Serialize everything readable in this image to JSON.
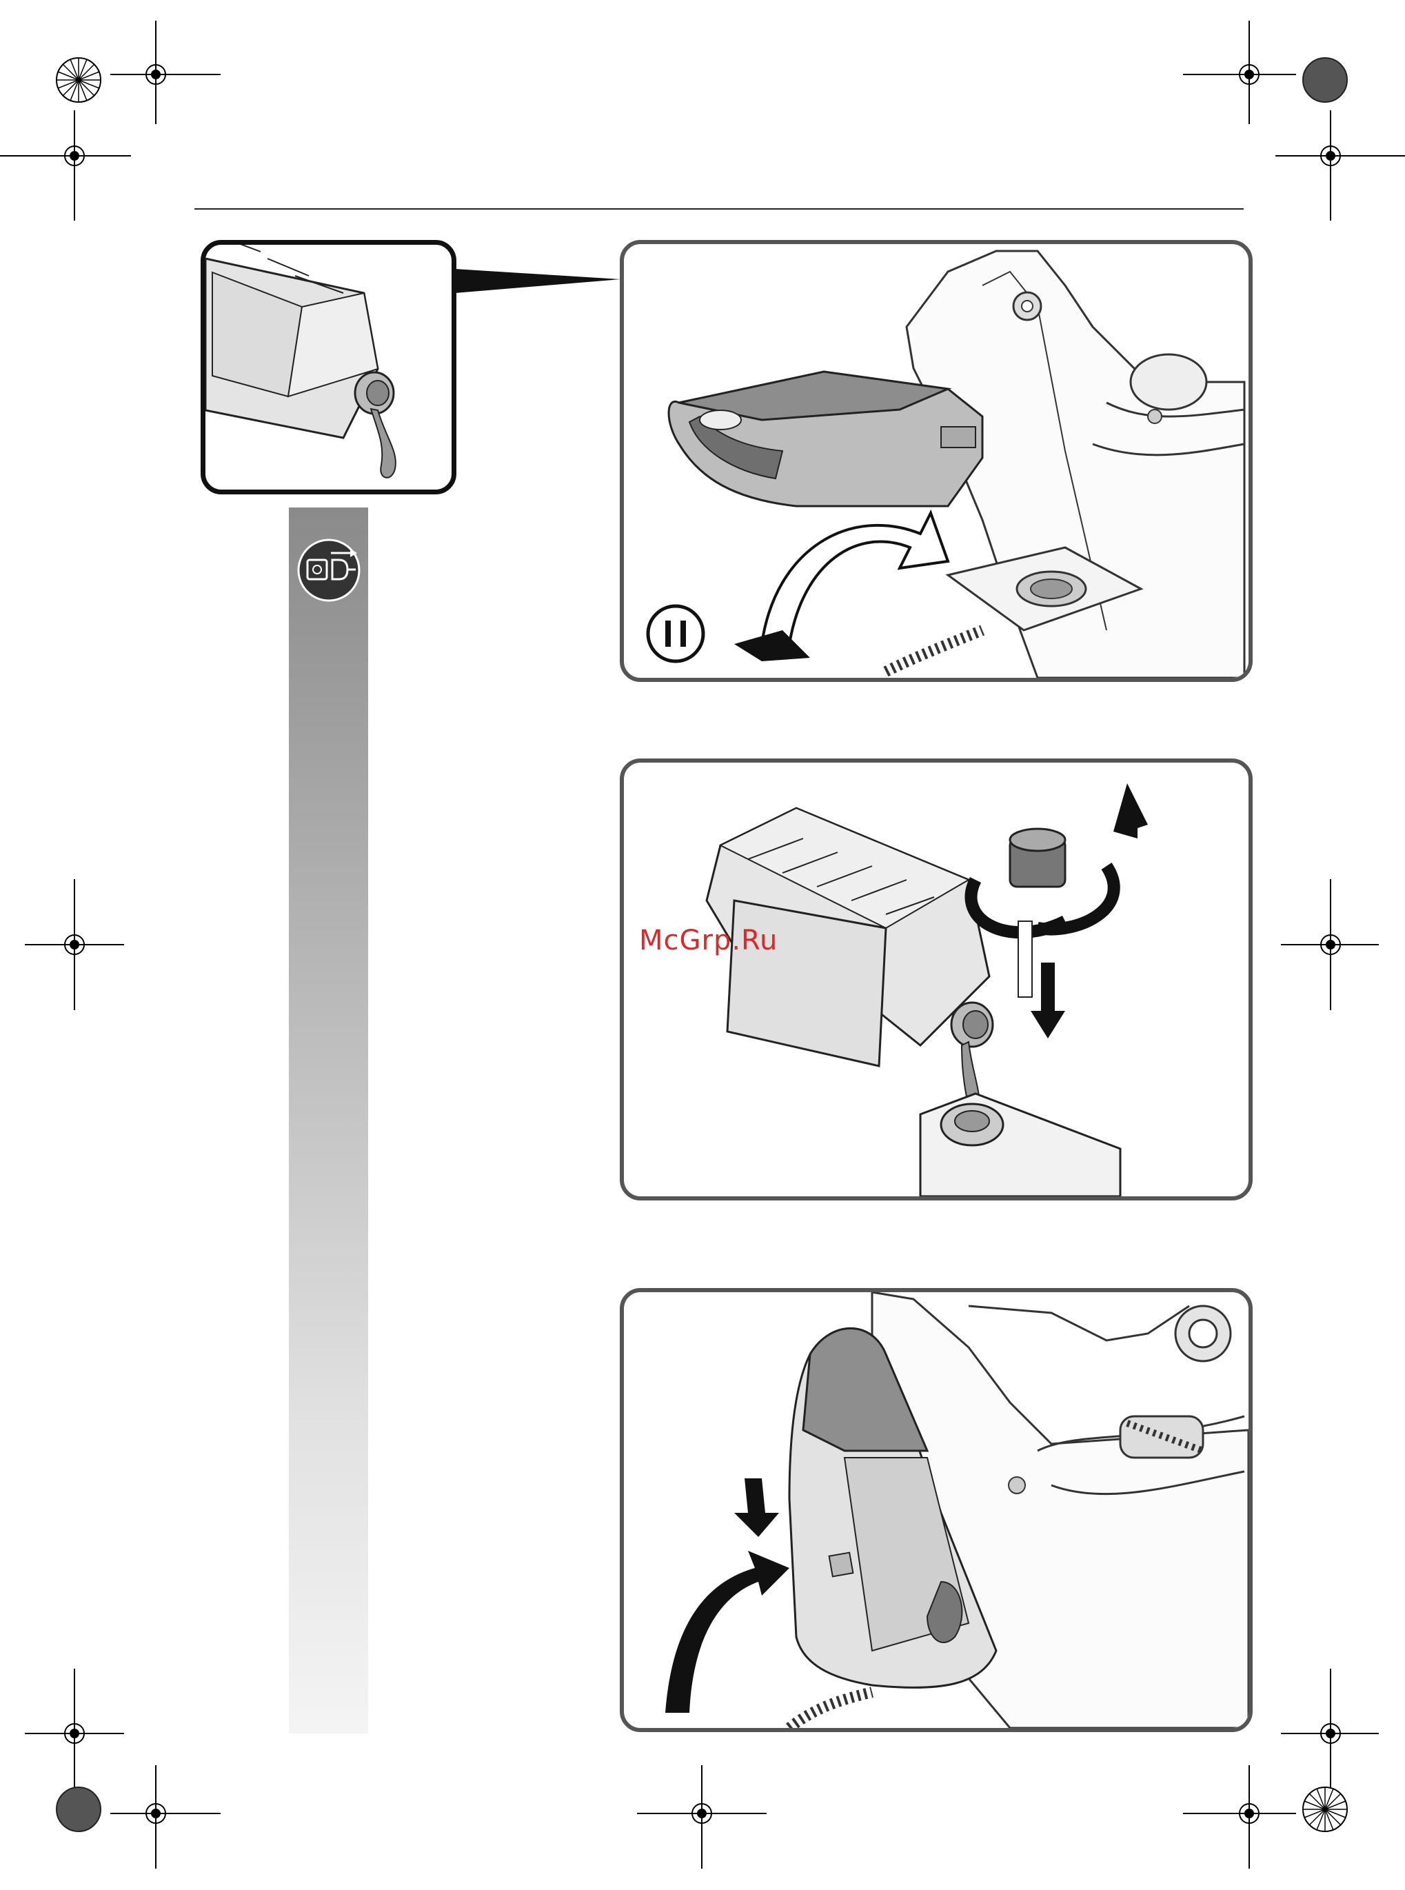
{
  "watermark": {
    "text": "McGrp.Ru",
    "color": "#d62b2b"
  },
  "icons": {
    "unplug": "unplug-power-icon",
    "pause": "pause-icon"
  },
  "figures": [
    {
      "name": "tank-tilt-out",
      "description_icon": "pause-icon"
    },
    {
      "name": "refill-tank"
    },
    {
      "name": "reinsert-tank"
    }
  ],
  "colors": {
    "frame": "#555555",
    "ink": "#111111",
    "watermark": "#d62b2b"
  }
}
